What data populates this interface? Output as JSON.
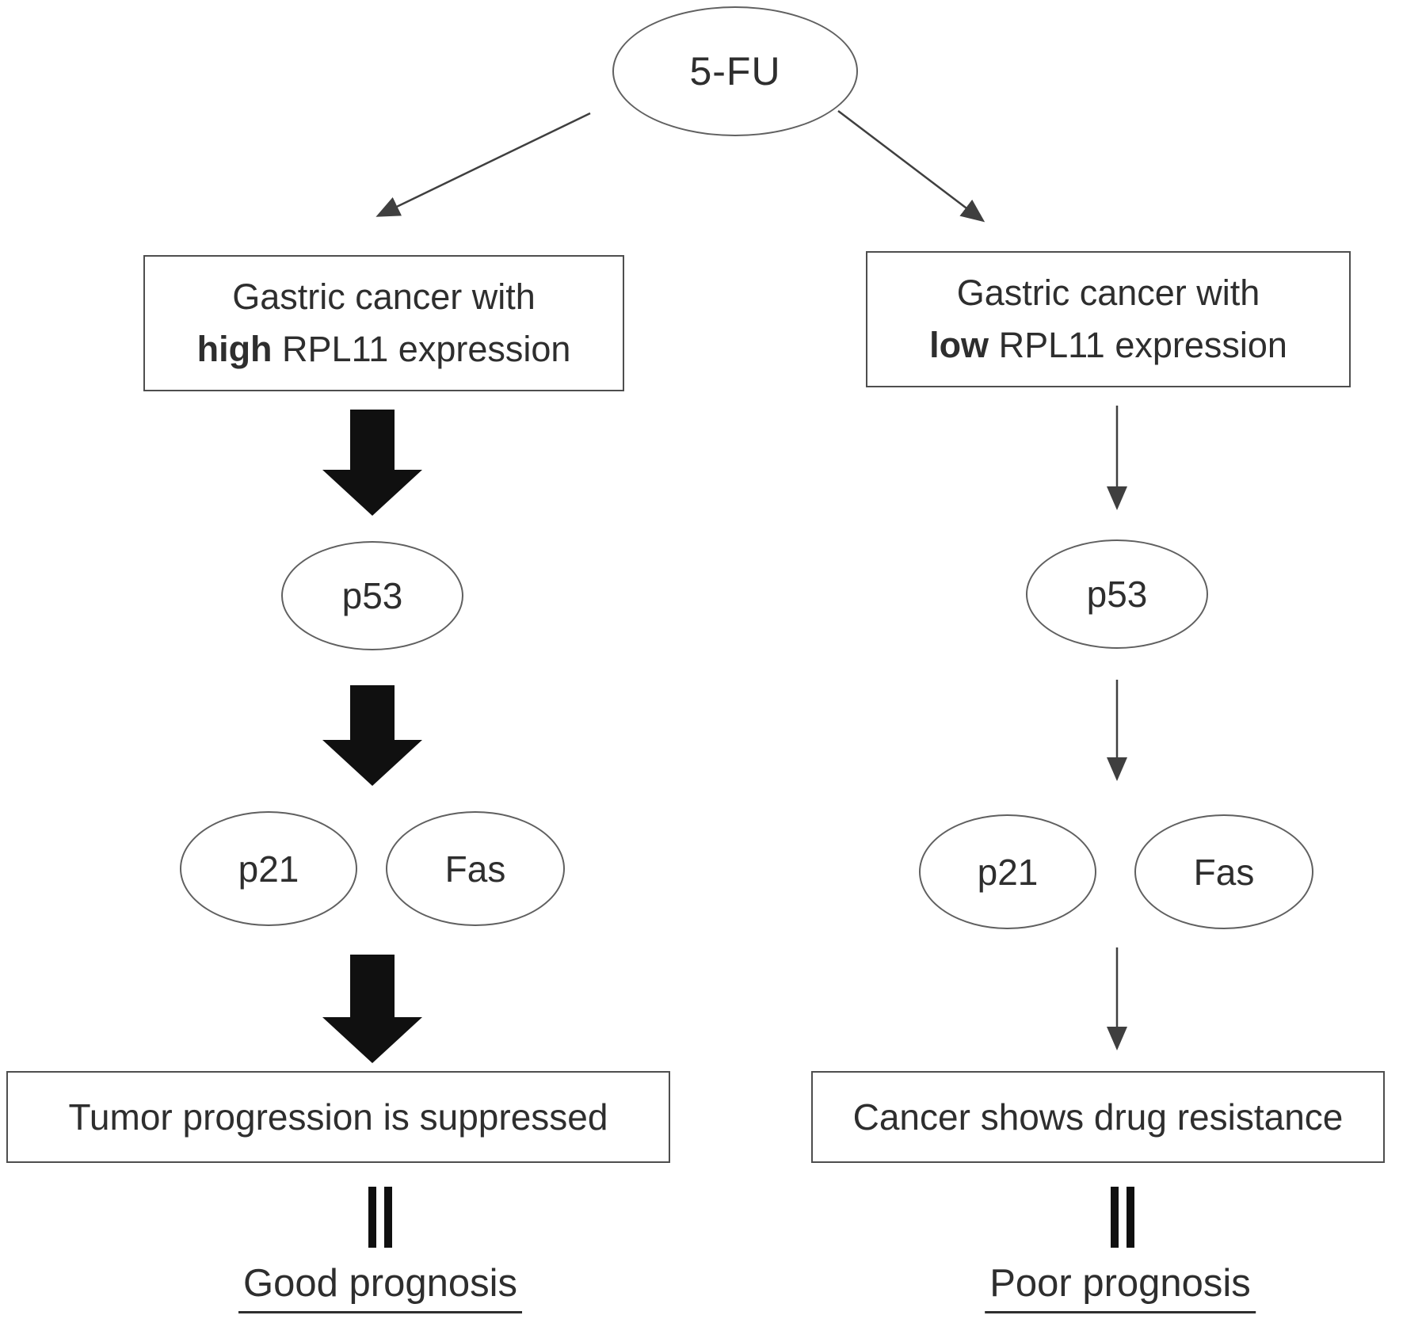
{
  "colors": {
    "background": "#ffffff",
    "text": "#2e2e2e",
    "box_border": "#4e4e4e",
    "ellipse_border": "#606060",
    "thin_arrow": "#3f3f3f",
    "solid_arrow": "#101010"
  },
  "nodes": {
    "drug": {
      "label": "5-FU"
    },
    "left": {
      "condition_line1": "Gastric cancer with",
      "condition_emphasis": "high",
      "condition_line2_rest": " RPL11 expression",
      "p53_label": "p53",
      "p21_label": "p21",
      "fas_label": "Fas",
      "outcome": "Tumor progression is suppressed",
      "prognosis": "Good prognosis"
    },
    "right": {
      "condition_line1": "Gastric cancer with",
      "condition_emphasis": "low",
      "condition_line2_rest": " RPL11 expression",
      "p53_label": "p53",
      "p21_label": "p21",
      "fas_label": "Fas",
      "outcome": "Cancer shows drug resistance",
      "prognosis": "Poor prognosis"
    }
  }
}
